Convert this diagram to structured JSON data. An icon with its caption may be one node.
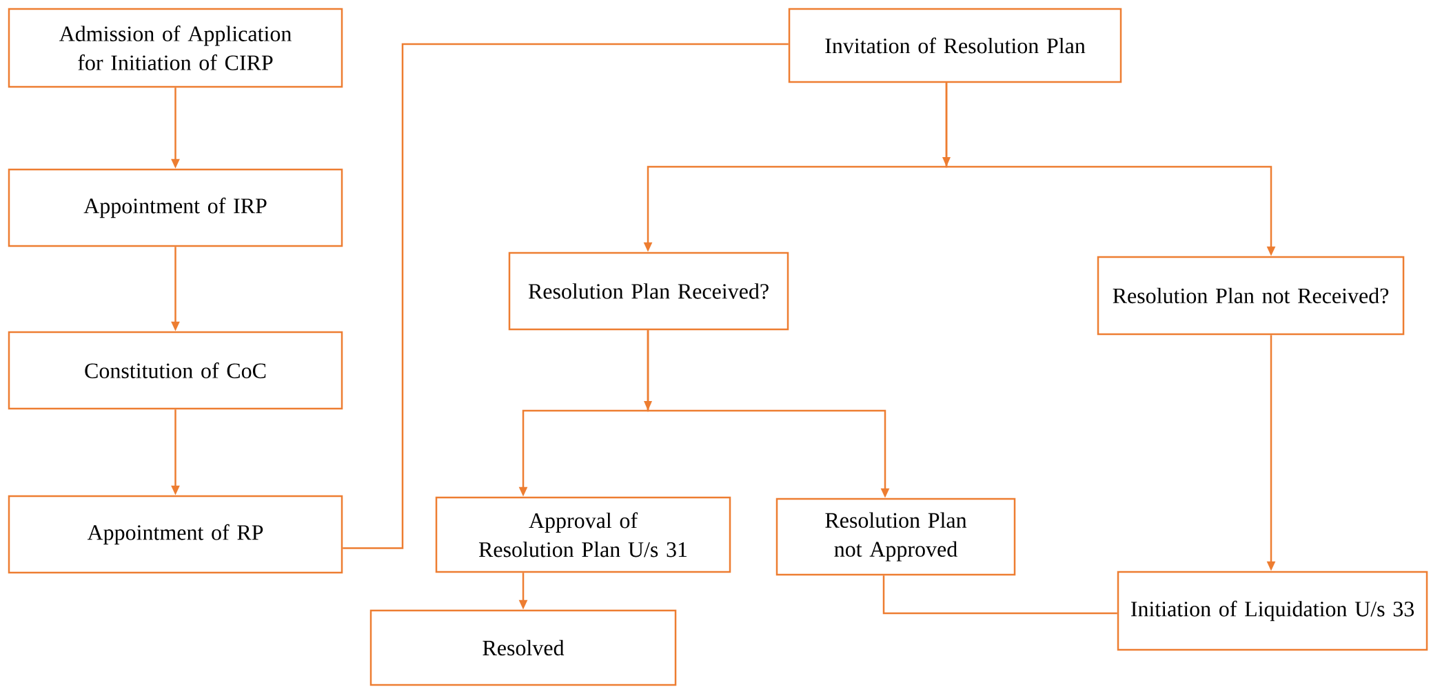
{
  "diagram": {
    "nodes": [
      {
        "text": [
          "Admission of Application for Initiation of CIRP"
        ]
      },
      {
        "text": [
          "Appointment of IRP"
        ]
      },
      {
        "text": [
          "Constitution of CoC"
        ]
      },
      {
        "text": [
          "Appointment of RP"
        ]
      },
      {
        "text": [
          "Invitation of Resolution Plan"
        ]
      },
      {
        "text": [
          "Resolution Plan Received?"
        ]
      },
      {
        "text": [
          "Resolution Plan not Received?"
        ]
      },
      {
        "text": [
          "Approval of Resolution Plan U/s 31"
        ]
      },
      {
        "text": [
          "Resolution Plan not Approved"
        ]
      },
      {
        "text": [
          "Initiation of Liquidation U/s  33"
        ]
      },
      {
        "text": [
          "Resolved"
        ]
      }
    ],
    "edges": [
      {
        "from": 0,
        "to": 1,
        "arrow": "to"
      },
      {
        "from": 1,
        "to": 2,
        "arrow": "to"
      },
      {
        "from": 2,
        "to": 3,
        "arrow": "to"
      },
      {
        "from": 3,
        "to": 4,
        "arrow": "none"
      },
      {
        "from": 4,
        "to": 5,
        "arrow": "to"
      },
      {
        "from": 4,
        "to": 6,
        "arrow": "to"
      },
      {
        "from": 5,
        "to": 7,
        "arrow": "to"
      },
      {
        "from": 5,
        "to": 8,
        "arrow": "to"
      },
      {
        "from": 6,
        "to": 9,
        "arrow": "to"
      },
      {
        "from": 7,
        "to": 10,
        "arrow": "to"
      },
      {
        "from": 8,
        "to": 9,
        "arrow": "none"
      }
    ]
  }
}
